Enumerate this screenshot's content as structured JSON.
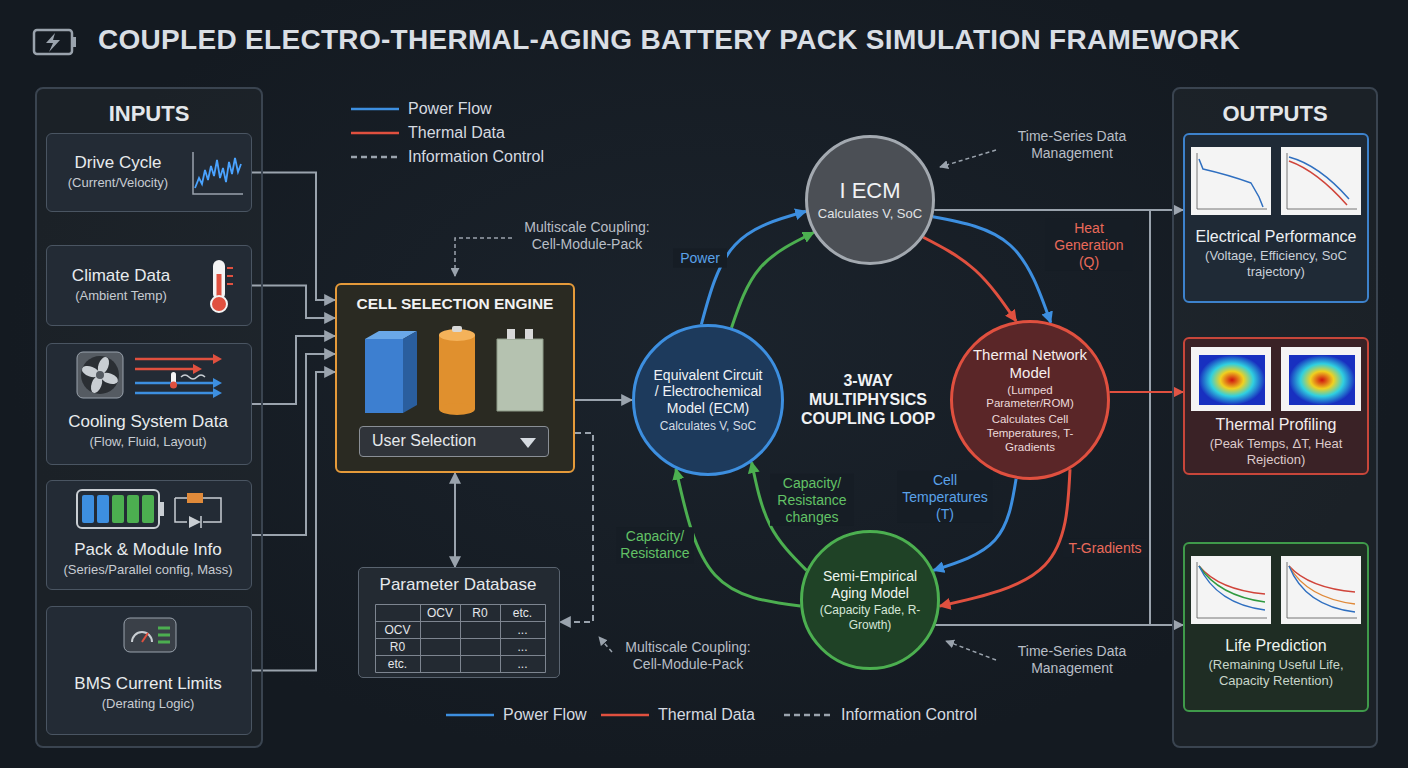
{
  "diagram": {
    "title": "COUPLED ELECTRO-THERMAL-AGING BATTERY PACK SIMULATION FRAMEWORK",
    "nodes": [
      {
        "text": [
          "INPUTS"
        ]
      },
      {
        "text": [
          "Drive Cycle",
          "(Current/Velocity)"
        ],
        "in": 0
      },
      {
        "text": [
          "Climate Data",
          "(Ambient Temp)"
        ],
        "in": 0
      },
      {
        "text": [
          "Cooling System Data",
          "(Flow, Fluid, Layout)"
        ],
        "in": 0
      },
      {
        "text": [
          "Pack & Module Info",
          "(Series/Parallel config, Mass)"
        ],
        "in": 0
      },
      {
        "text": [
          "BMS Current Limits",
          "(Derating Logic)"
        ],
        "in": 0
      },
      {
        "text": [
          "CELL SELECTION ENGINE"
        ]
      },
      {
        "text": [
          "User Selection"
        ],
        "in": 6
      },
      {
        "text": [
          "Parameter Database"
        ]
      },
      {
        "text": [
          "Equivalent Circuit / Electrochemical Model (ECM)",
          "Calculates V, SoC"
        ]
      },
      {
        "text": [
          "I ECM",
          "Calculates V, SoC"
        ]
      },
      {
        "text": [
          "Thermal Network Model",
          "(Lumped Parameter/ROM)",
          "Calculates Cell Temperatures, T-Gradients"
        ]
      },
      {
        "text": [
          "Semi-Empirical Aging Model",
          "(Capacity Fade, R-Growth)"
        ]
      },
      {
        "text": [
          "OUTPUTS"
        ]
      },
      {
        "text": [
          "Electrical Performance",
          "(Voltage, Efficiency, SoC trajectory)"
        ],
        "in": 13
      },
      {
        "text": [
          "Thermal Profiling",
          "(Peak Temps, ΔT, Heat Rejection)"
        ],
        "in": 13
      },
      {
        "text": [
          "Life Prediction",
          "(Remaining Useful Life, Capacity Retention)"
        ],
        "in": 13
      }
    ],
    "edges": [
      {
        "from": 1,
        "to": 6,
        "arrow": "to"
      },
      {
        "from": 2,
        "to": 6,
        "arrow": "to"
      },
      {
        "from": 3,
        "to": 6,
        "arrow": "to"
      },
      {
        "from": 4,
        "to": 6,
        "arrow": "to"
      },
      {
        "from": 5,
        "to": 6,
        "arrow": "to"
      },
      {
        "from": 6,
        "to": 8,
        "arrow": "both"
      },
      {
        "from": 6,
        "to": 8,
        "arrow": "to"
      },
      {
        "from": 6,
        "to": 9,
        "arrow": "to"
      },
      {
        "from": 9,
        "to": 10,
        "arrow": "to",
        "label": "Power"
      },
      {
        "from": 9,
        "to": 10,
        "arrow": "to"
      },
      {
        "from": 10,
        "to": 11,
        "arrow": "to"
      },
      {
        "from": 10,
        "to": 11,
        "arrow": "to",
        "label": "Heat Generation (Q)"
      },
      {
        "from": 11,
        "to": 12,
        "arrow": "to",
        "label": "Cell Temperatures (T)"
      },
      {
        "from": 11,
        "to": 12,
        "arrow": "to",
        "label": "T-Gradients"
      },
      {
        "from": 12,
        "to": 9,
        "arrow": "to",
        "label": "Capacity/ Resistance changes"
      },
      {
        "from": 12,
        "to": 9,
        "arrow": "to",
        "label": "Capacity/ Resistance"
      },
      {
        "from": 10,
        "to": 14,
        "arrow": "to"
      },
      {
        "from": 11,
        "to": 15,
        "arrow": "to"
      },
      {
        "from": 12,
        "to": 16,
        "arrow": "to"
      }
    ],
    "labels": [
      "Multiscale Coupling: Cell-Module-Pack",
      "Time-Series Data Management",
      "3-WAY MULTIPHYSICS COUPLING LOOP",
      "OCV",
      "R0",
      "etc.",
      "OCV",
      "...",
      "R0",
      "...",
      "etc.",
      "...",
      "Multiscale Coupling: Cell-Module-Pack",
      "Time-Series Data Management"
    ],
    "legend": [
      {
        "text": "Power Flow"
      },
      {
        "text": "Thermal Data"
      },
      {
        "text": "Information Control"
      },
      {
        "text": "Power Flow"
      },
      {
        "text": "Thermal Data"
      },
      {
        "text": "Information Control"
      }
    ]
  }
}
